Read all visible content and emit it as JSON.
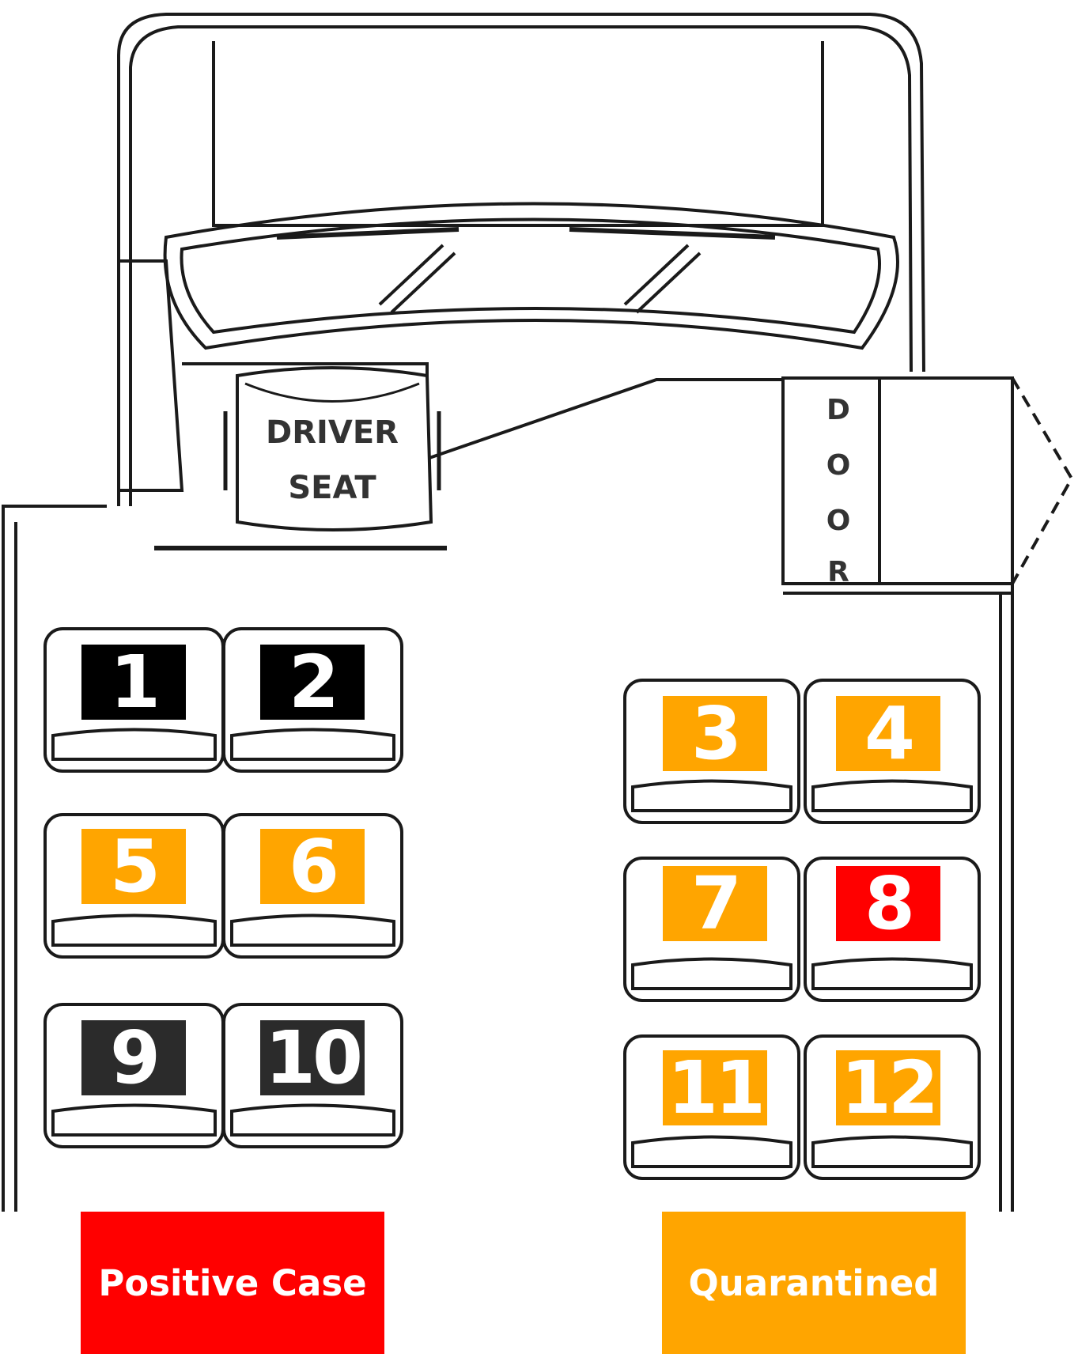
{
  "colors": {
    "positive": "#ff0000",
    "quarantined": "#ffa500",
    "unaffected": "#000000",
    "unaffected_back_row": "#2b2b2b",
    "outline": "#1a1a1a"
  },
  "fixtures": {
    "driver_seat_line1": "DRIVER",
    "driver_seat_line2": "SEAT",
    "door_letters": [
      "D",
      "O",
      "O",
      "R"
    ]
  },
  "seats": [
    {
      "number": "1",
      "status": "unaffected"
    },
    {
      "number": "2",
      "status": "unaffected"
    },
    {
      "number": "3",
      "status": "quarantined"
    },
    {
      "number": "4",
      "status": "quarantined"
    },
    {
      "number": "5",
      "status": "quarantined"
    },
    {
      "number": "6",
      "status": "quarantined"
    },
    {
      "number": "7",
      "status": "quarantined"
    },
    {
      "number": "8",
      "status": "positive"
    },
    {
      "number": "9",
      "status": "unaffected_back_row"
    },
    {
      "number": "10",
      "status": "unaffected_back_row"
    },
    {
      "number": "11",
      "status": "quarantined"
    },
    {
      "number": "12",
      "status": "quarantined"
    }
  ],
  "legend": {
    "positive_label": "Positive Case",
    "quarantined_label": "Quarantined"
  }
}
